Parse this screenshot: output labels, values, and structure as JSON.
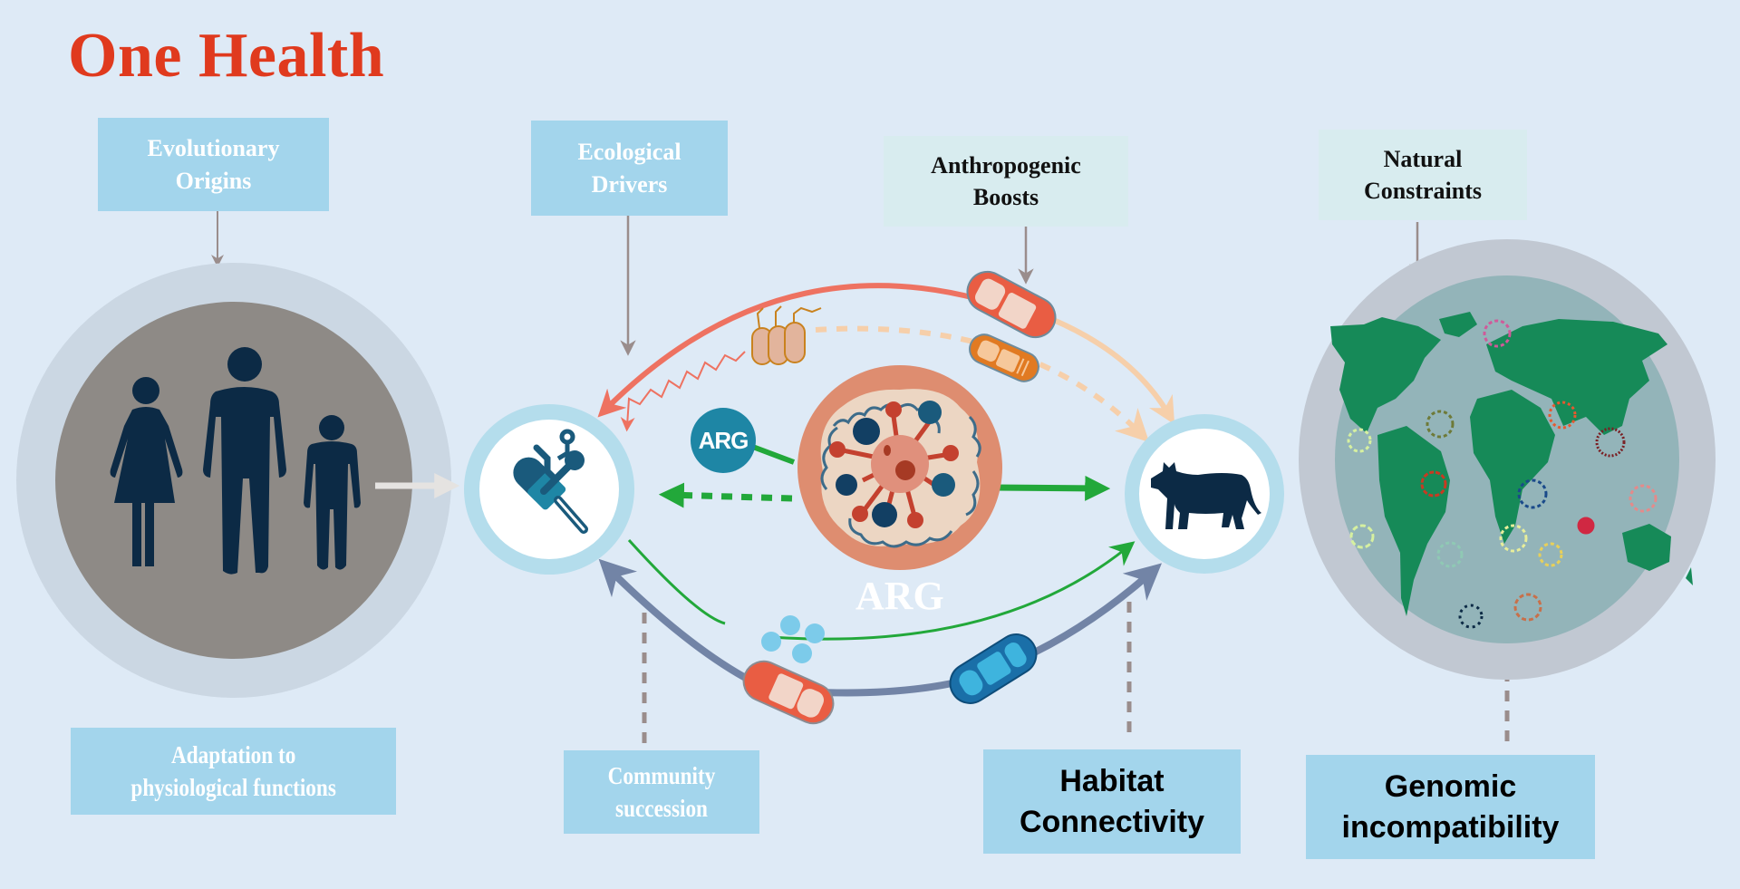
{
  "title": "One Health",
  "top_labels": {
    "evolutionary_origins": "Evolutionary\nOrigins",
    "ecological_drivers": "Ecological\nDrivers",
    "anthropogenic_boosts": "Anthropogenic\nBoosts",
    "natural_constraints": "Natural\nConstraints"
  },
  "bottom_labels": {
    "adaptation": "Adaptation to\nphysiological functions",
    "community_succession": "Community\nsuccession",
    "habitat_connectivity": "Habitat\nConnectivity",
    "genomic_incompatibility": "Genomic\nincompatibility"
  },
  "nodes": {
    "humans": {
      "icon": "family-icon",
      "description": "woman, man and child silhouettes"
    },
    "clinical": {
      "icon": "pill-and-probe-icon"
    },
    "arg_core": {
      "icon": "arg-bacteriophage-cell-icon",
      "label": "ARG"
    },
    "arg_badge": "ARG",
    "animals": {
      "icon": "cow-icon"
    },
    "environment": {
      "icon": "world-map-with-microbes-icon"
    }
  },
  "colors": {
    "background": "#DEEAF6",
    "title": "#E03A1E",
    "box_blue": "#A3D5EC",
    "box_pale": "#D8ECEF",
    "arrow_red": "#EE7261",
    "arrow_peach": "#F6CFAA",
    "arrow_green": "#22A83A",
    "arrow_slate": "#7284A6",
    "connector_gray": "#9A8D8C",
    "icon_navy": "#0C2A45"
  }
}
